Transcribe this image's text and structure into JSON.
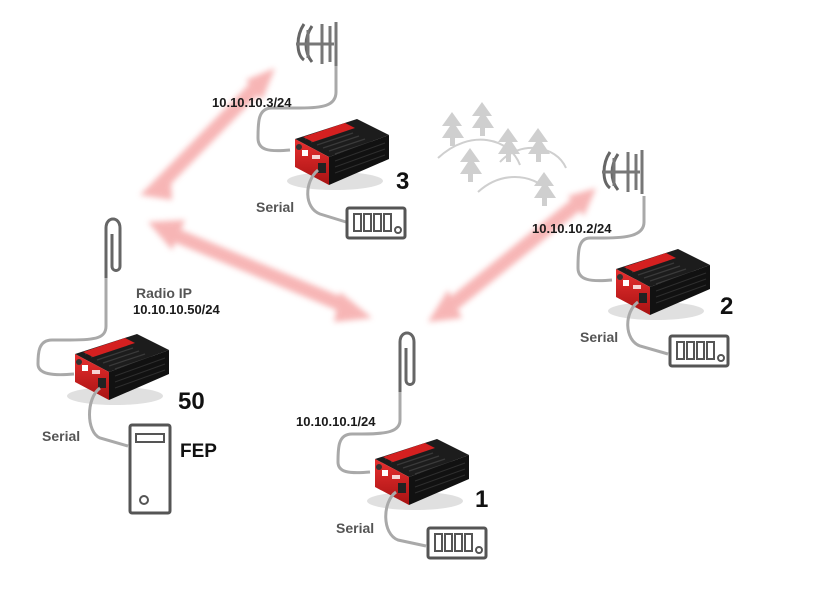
{
  "nodes": [
    {
      "id": "50",
      "number": "50",
      "ip": "10.10.10.50/24",
      "ip_caption": "Radio IP",
      "serial_label": "Serial",
      "endpoint": "FEP"
    },
    {
      "id": "3",
      "number": "3",
      "ip": "10.10.10.3/24",
      "serial_label": "Serial",
      "endpoint": "meter"
    },
    {
      "id": "2",
      "number": "2",
      "ip": "10.10.10.2/24",
      "serial_label": "Serial",
      "endpoint": "meter"
    },
    {
      "id": "1",
      "number": "1",
      "ip": "10.10.10.1/24",
      "serial_label": "Serial",
      "endpoint": "meter"
    }
  ],
  "links": [
    {
      "from": "50",
      "to": "3"
    },
    {
      "from": "50",
      "to": "1"
    },
    {
      "from": "1",
      "to": "2"
    }
  ],
  "colors": {
    "link": "#f7b3b3",
    "router_red": "#d42020",
    "router_black": "#1c1c1c",
    "cable": "#a9a9a9",
    "device_outline": "#555555",
    "trees": "#cfcfcf"
  },
  "icons": [
    "yagi-antenna-icon",
    "whip-antenna-icon",
    "router-icon",
    "meter-icon",
    "server-icon",
    "trees-icon"
  ]
}
